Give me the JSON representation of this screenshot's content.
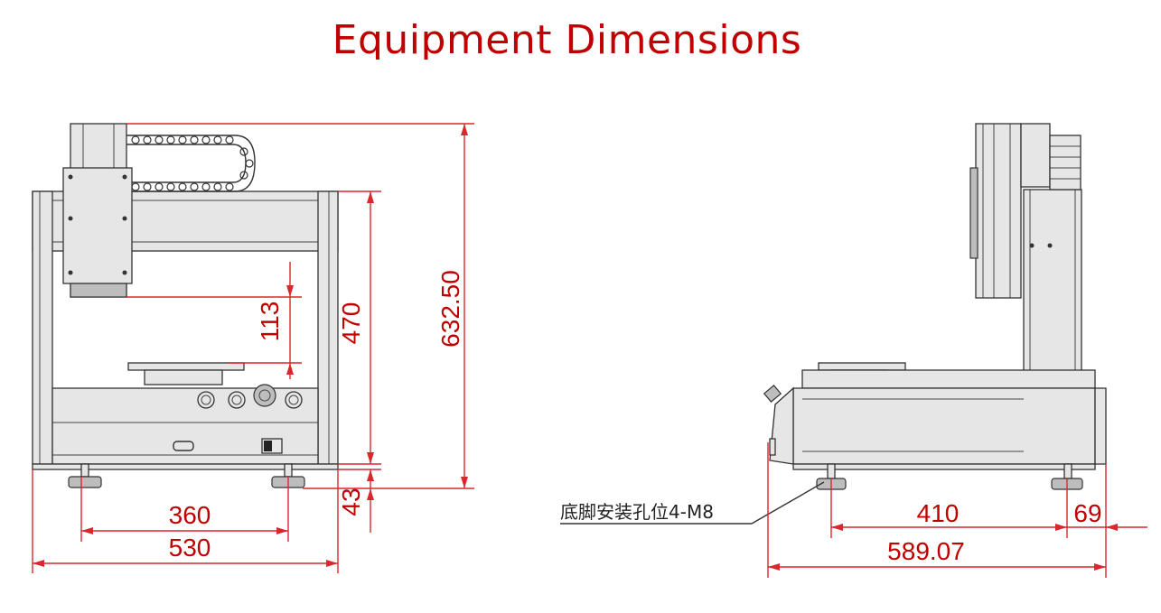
{
  "title": "Equipment Dimensions",
  "front_view": {
    "dim_overall_height": "632.50",
    "dim_frame_height": "470",
    "dim_z_gap": "113",
    "dim_foot_height": "43",
    "dim_foot_spacing": "360",
    "dim_overall_width": "530"
  },
  "side_view": {
    "foot_note": "底脚安装孔位4-M8",
    "dim_foot_spacing": "410",
    "dim_rear_offset": "69",
    "dim_overall_depth": "589.07"
  },
  "colors": {
    "title": "#c00000",
    "dimension": "#d9272e",
    "outline": "#333333"
  }
}
